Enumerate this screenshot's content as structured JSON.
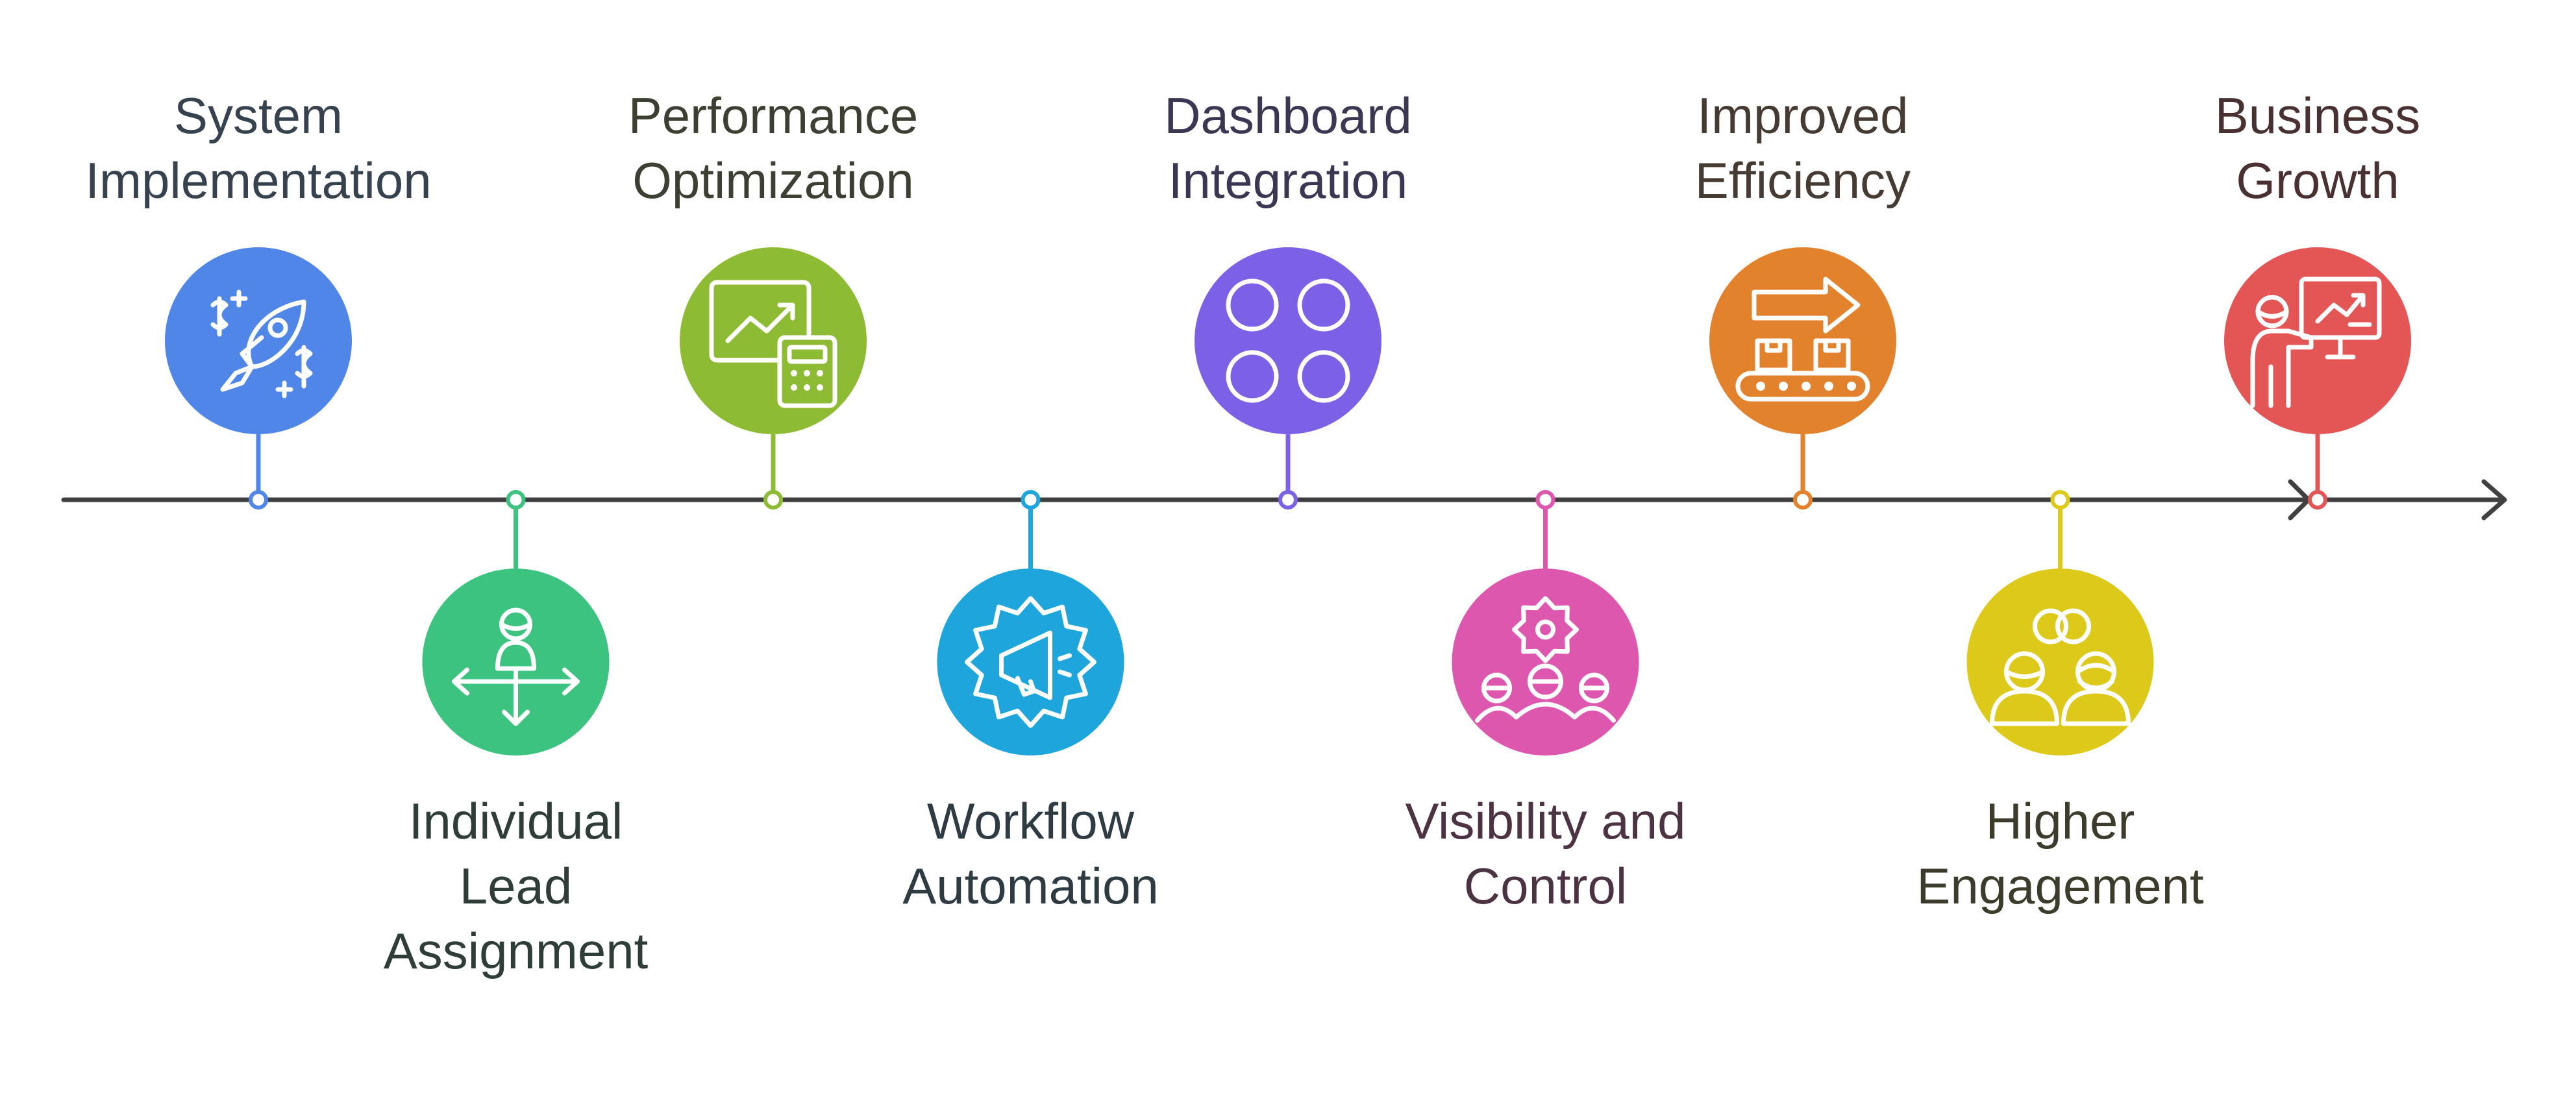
{
  "steps": [
    {
      "label": "System\nImplementation",
      "color": "#4F86E8",
      "text_color": "#36424D",
      "icon": "rocket-icon"
    },
    {
      "label": "Individual\nLead\nAssignment",
      "color": "#3CC37F",
      "text_color": "#2F3D38",
      "icon": "person-arrows-icon"
    },
    {
      "label": "Performance\nOptimization",
      "color": "#8DBB33",
      "text_color": "#3B4032",
      "icon": "chart-calculator-icon"
    },
    {
      "label": "Workflow\nAutomation",
      "color": "#1EA6DC",
      "text_color": "#2E3B42",
      "icon": "megaphone-gear-icon"
    },
    {
      "label": "Dashboard\nIntegration",
      "color": "#7C61E6",
      "text_color": "#3B3752",
      "icon": "four-circles-icon"
    },
    {
      "label": "Visibility and\nControl",
      "color": "#DE57AE",
      "text_color": "#4B3343",
      "icon": "gear-team-icon"
    },
    {
      "label": "Improved\nEfficiency",
      "color": "#E3822D",
      "text_color": "#453B33",
      "icon": "conveyor-icon"
    },
    {
      "label": "Higher\nEngagement",
      "color": "#DCC91A",
      "text_color": "#3D3B2B",
      "icon": "people-link-icon"
    },
    {
      "label": "Business\nGrowth",
      "color": "#E45555",
      "text_color": "#4A3131",
      "icon": "presenter-chart-icon"
    }
  ],
  "axis_color": "#404040"
}
